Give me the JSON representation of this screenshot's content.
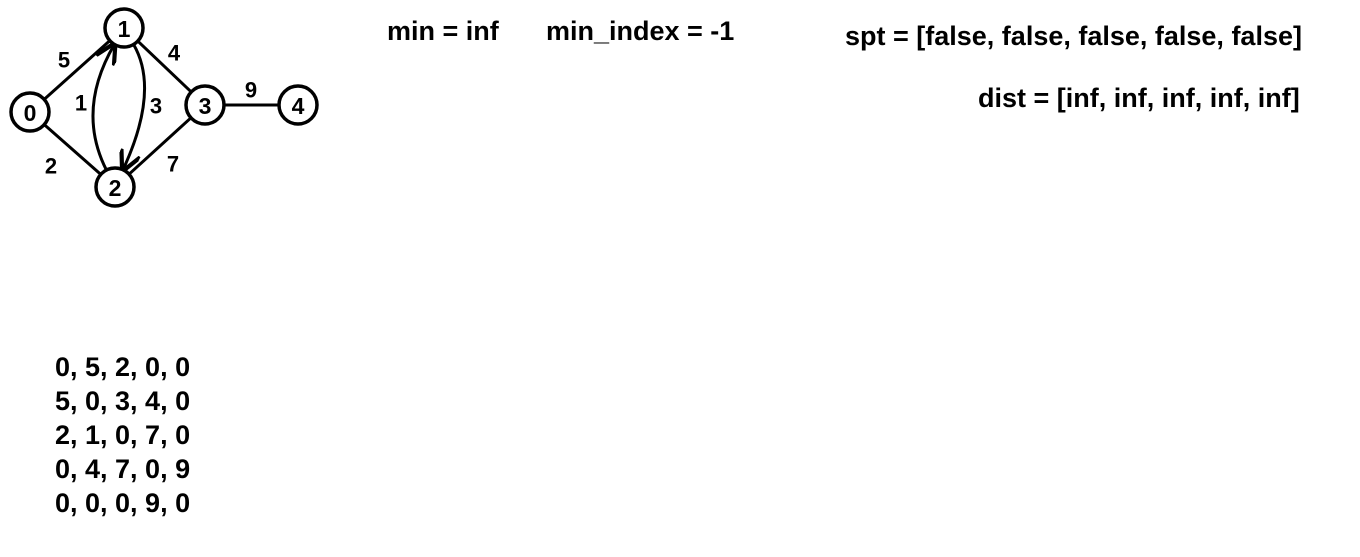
{
  "variables": {
    "min_text": "min = inf",
    "min_index_text": "min_index = -1",
    "spt_text": "spt = [false, false, false, false, false]",
    "dist_text": "dist = [inf, inf, inf, inf, inf]"
  },
  "graph": {
    "nodes": [
      "0",
      "1",
      "2",
      "3",
      "4"
    ],
    "edges": [
      {
        "from": "0",
        "to": "1",
        "weight": "5"
      },
      {
        "from": "0",
        "to": "2",
        "weight": "2"
      },
      {
        "from": "2",
        "to": "1",
        "weight": "1"
      },
      {
        "from": "1",
        "to": "2",
        "weight": "3"
      },
      {
        "from": "1",
        "to": "3",
        "weight": "4"
      },
      {
        "from": "2",
        "to": "3",
        "weight": "7"
      },
      {
        "from": "3",
        "to": "4",
        "weight": "9"
      }
    ]
  },
  "matrix": {
    "rows": [
      "0, 5, 2, 0, 0",
      "5, 0, 3, 4, 0",
      "2, 1, 0, 7, 0",
      "0, 4, 7, 0, 9",
      "0, 0, 0, 9, 0"
    ]
  }
}
